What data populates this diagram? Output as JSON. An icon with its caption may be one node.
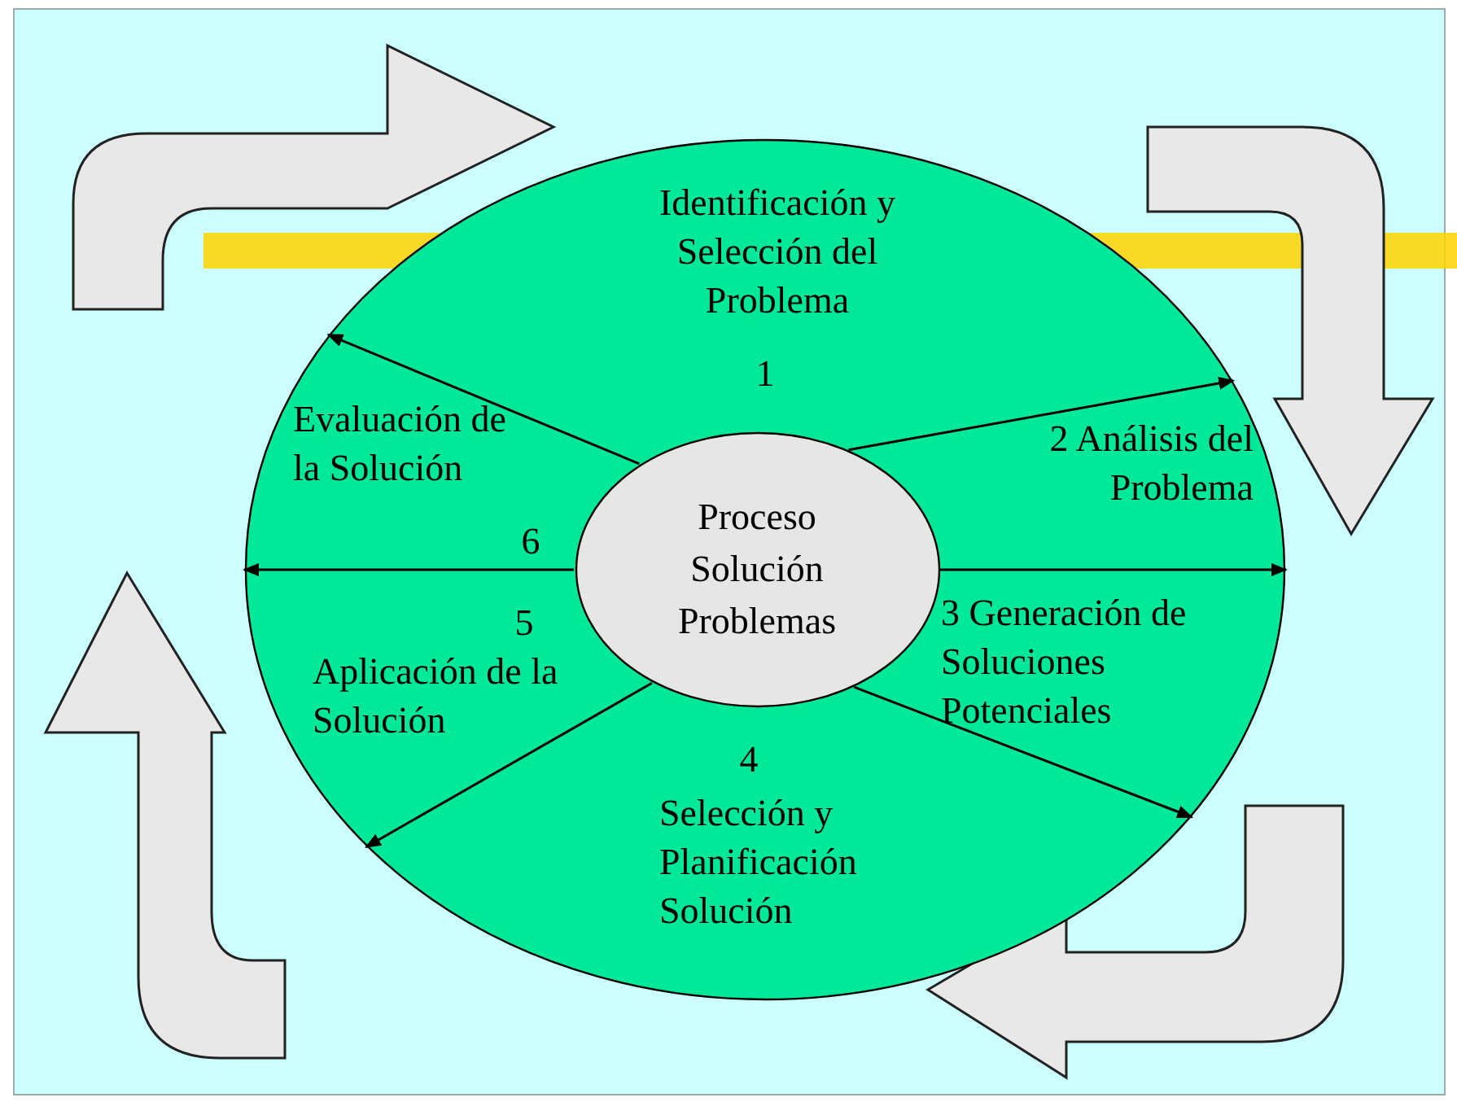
{
  "diagram": {
    "nodes": [
      {
        "text": [],
        "shape": "ellipse"
      },
      {
        "text": [
          "Proceso Solución Problemas"
        ],
        "in": 0
      }
    ],
    "edges": [
      {
        "from": 1,
        "to": 0,
        "arrow": "to"
      },
      {
        "from": 1,
        "to": 0,
        "arrow": "to"
      },
      {
        "from": 1,
        "to": 0,
        "arrow": "to"
      },
      {
        "from": 1,
        "to": 0,
        "arrow": "to"
      },
      {
        "from": 1,
        "to": 0,
        "arrow": "to"
      },
      {
        "from": 1,
        "to": 0,
        "arrow": "to"
      }
    ],
    "labels": [
      "Identificación y Selección del Problema",
      "1",
      "2 Análisis del Problema",
      "3 Generación de Soluciones Potenciales",
      "Evaluación de la Solución",
      "6",
      "5",
      "Aplicación de la Solución",
      "4",
      "Selección y Planificación Solución"
    ]
  }
}
